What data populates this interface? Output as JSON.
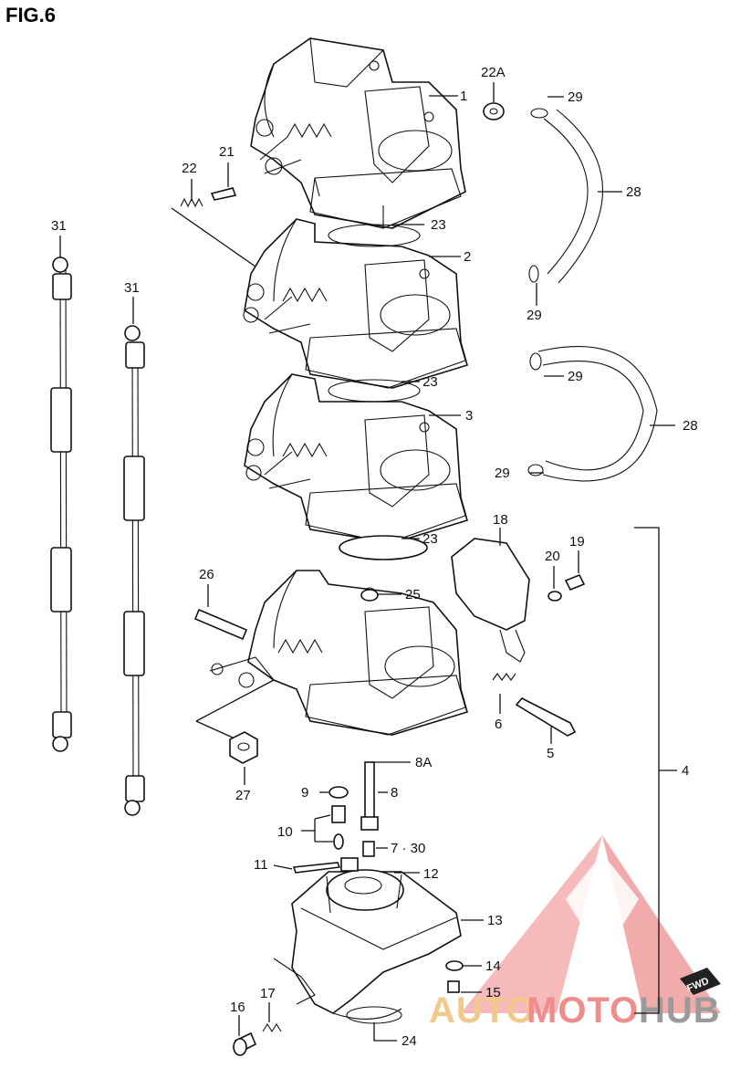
{
  "figure_title": "FIG.6",
  "watermark": {
    "auto": "AUTO",
    "moto": "MOTO",
    "hub": "HUB"
  },
  "direction_tag": "FWD",
  "callouts": [
    {
      "id": "c1",
      "text": "1"
    },
    {
      "id": "c22a",
      "text": "22A"
    },
    {
      "id": "c29a",
      "text": "29"
    },
    {
      "id": "c28a",
      "text": "28"
    },
    {
      "id": "c29b",
      "text": "29"
    },
    {
      "id": "c21",
      "text": "21"
    },
    {
      "id": "c22",
      "text": "22"
    },
    {
      "id": "c23a",
      "text": "23"
    },
    {
      "id": "c2",
      "text": "2"
    },
    {
      "id": "c31a",
      "text": "31"
    },
    {
      "id": "c31b",
      "text": "31"
    },
    {
      "id": "c29c",
      "text": "29"
    },
    {
      "id": "c23b",
      "text": "23"
    },
    {
      "id": "c3",
      "text": "3"
    },
    {
      "id": "c28b",
      "text": "28"
    },
    {
      "id": "c29d",
      "text": "29"
    },
    {
      "id": "c18",
      "text": "18"
    },
    {
      "id": "c23c",
      "text": "23"
    },
    {
      "id": "c20",
      "text": "20"
    },
    {
      "id": "c19",
      "text": "19"
    },
    {
      "id": "c26",
      "text": "26"
    },
    {
      "id": "c25",
      "text": "25"
    },
    {
      "id": "c6",
      "text": "6"
    },
    {
      "id": "c5",
      "text": "5"
    },
    {
      "id": "c4",
      "text": "4"
    },
    {
      "id": "c27",
      "text": "27"
    },
    {
      "id": "c8a",
      "text": "8A"
    },
    {
      "id": "c9",
      "text": "9"
    },
    {
      "id": "c8",
      "text": "8"
    },
    {
      "id": "c10",
      "text": "10"
    },
    {
      "id": "c730",
      "text": "7 · 30"
    },
    {
      "id": "c11",
      "text": "11"
    },
    {
      "id": "c12",
      "text": "12"
    },
    {
      "id": "c13",
      "text": "13"
    },
    {
      "id": "c14",
      "text": "14"
    },
    {
      "id": "c15",
      "text": "15"
    },
    {
      "id": "c17",
      "text": "17"
    },
    {
      "id": "c16",
      "text": "16"
    },
    {
      "id": "c24",
      "text": "24"
    }
  ]
}
